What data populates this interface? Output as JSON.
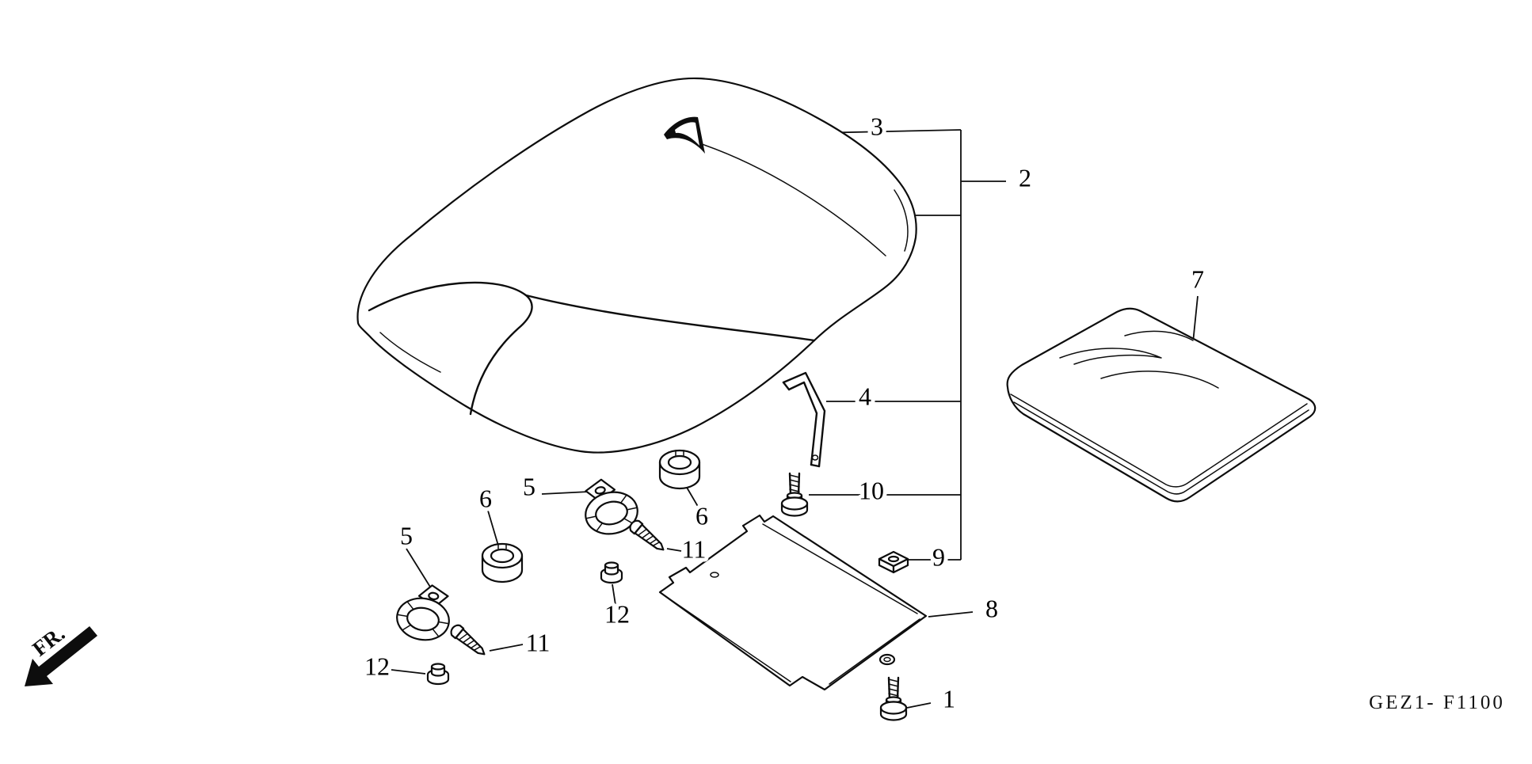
{
  "diagram": {
    "code": "GEZ1- F1100",
    "fr_label": "FR.",
    "callouts": [
      {
        "label": "3"
      },
      {
        "label": "2"
      },
      {
        "label": "7"
      },
      {
        "label": "4"
      },
      {
        "label": "10"
      },
      {
        "label": "9"
      },
      {
        "label": "8"
      },
      {
        "label": "1"
      },
      {
        "label": "5"
      },
      {
        "label": "6"
      },
      {
        "label": "5"
      },
      {
        "label": "6"
      },
      {
        "label": "11"
      },
      {
        "label": "12"
      },
      {
        "label": "11"
      },
      {
        "label": "12"
      }
    ]
  }
}
